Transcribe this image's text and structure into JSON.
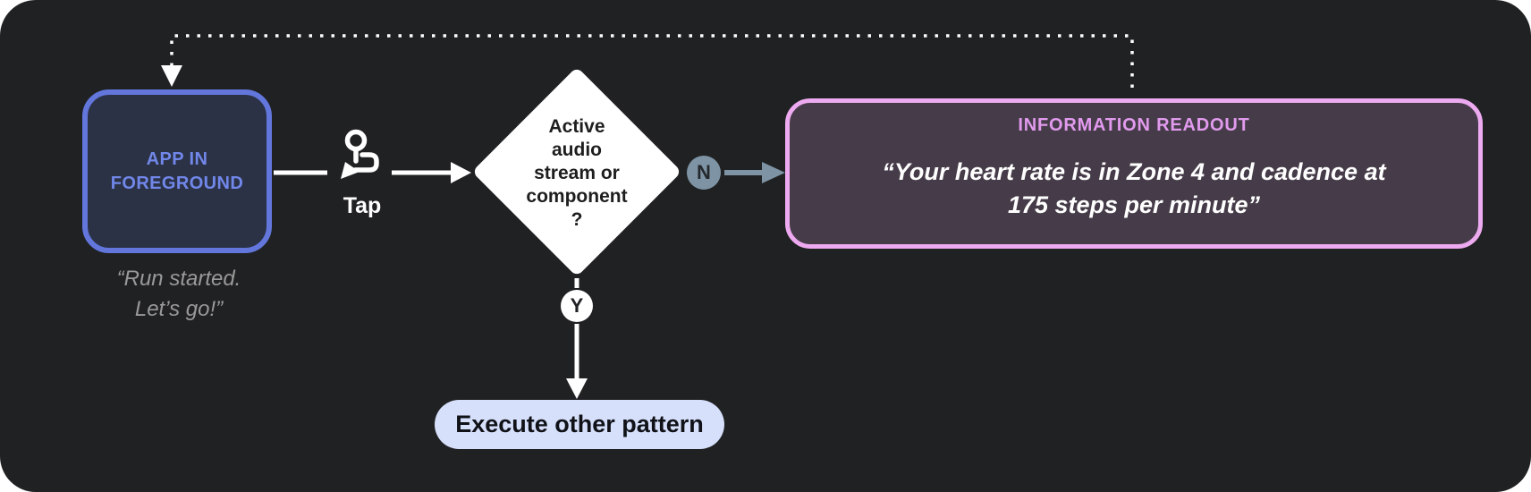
{
  "canvas": {
    "background": "#202122"
  },
  "app_box": {
    "label": "APP IN\nFOREGROUND",
    "caption": "“Run started.\nLet’s go!”",
    "border_color": "#6276dc",
    "fill": "#2b3246",
    "text_color": "#7187e9"
  },
  "tap": {
    "label": "Tap",
    "icon": "tap-gesture-icon"
  },
  "decision": {
    "label": "Active\naudio\nstream or\ncomponent\n?"
  },
  "branch_no": {
    "badge": "N",
    "color": "#7e94a5"
  },
  "branch_yes": {
    "badge": "Y",
    "color": "#ffffff"
  },
  "readout": {
    "title": "INFORMATION READOUT",
    "quote": "“Your heart rate is in Zone 4 and cadence at\n175 steps per minute”",
    "border_color": "#edaaf0",
    "fill": "#463c49",
    "title_color": "#e19aed"
  },
  "other_pattern": {
    "label": "Execute other pattern",
    "fill": "#d6e0fb"
  }
}
